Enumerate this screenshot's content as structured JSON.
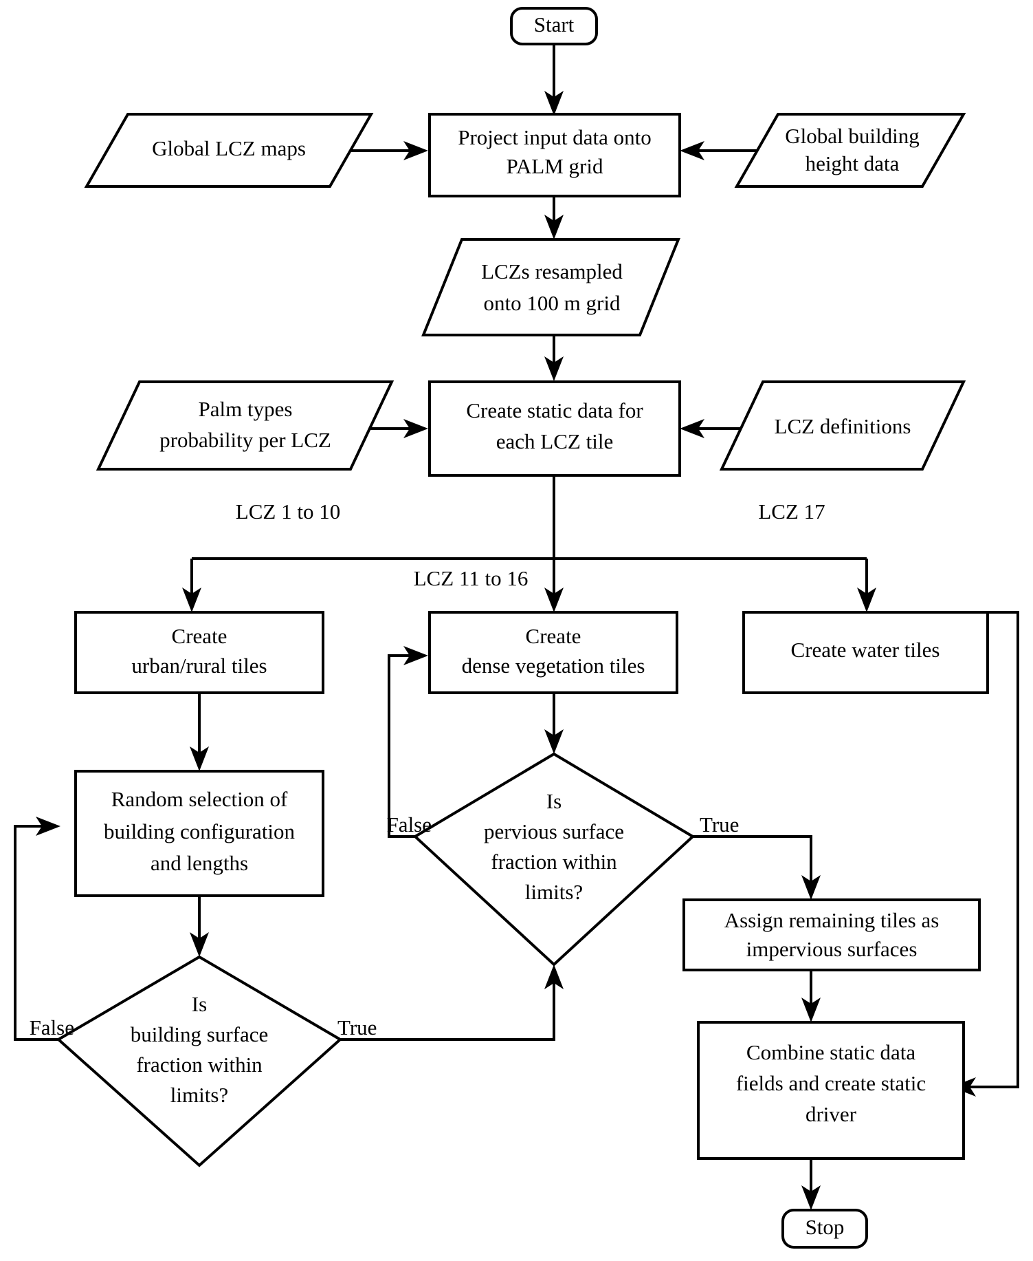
{
  "diagram": {
    "title": "PALM static driver creation workflow from LCZ data",
    "type": "flowchart",
    "background_color": "#ffffff",
    "line_color": "#000000",
    "text_color": "#000000",
    "nodes": [
      {
        "id": "start",
        "shape": "terminal",
        "label": "Start"
      },
      {
        "id": "lcz_maps",
        "shape": "parallelogram",
        "label": "Global LCZ maps"
      },
      {
        "id": "project",
        "shape": "process",
        "line1": "Project input data onto",
        "line2": "PALM grid"
      },
      {
        "id": "bldg_height",
        "shape": "parallelogram",
        "line1": "Global building",
        "line2": "height data"
      },
      {
        "id": "resampled",
        "shape": "parallelogram",
        "line1": "LCZs resampled",
        "line2": "onto 100 m grid"
      },
      {
        "id": "palm_types",
        "shape": "parallelogram",
        "line1": "Palm types",
        "line2": "probability per LCZ"
      },
      {
        "id": "create_static",
        "shape": "process",
        "line1": "Create static data for",
        "line2": "each LCZ tile"
      },
      {
        "id": "lcz_defs",
        "shape": "parallelogram",
        "label": "LCZ definitions"
      },
      {
        "id": "urban_rural",
        "shape": "process",
        "line1": "Create",
        "line2": "urban/rural tiles"
      },
      {
        "id": "dense_veg",
        "shape": "process",
        "line1": "Create",
        "line2": "dense vegetation tiles"
      },
      {
        "id": "water",
        "shape": "process",
        "label": "Create water tiles"
      },
      {
        "id": "random_sel",
        "shape": "process",
        "line1": "Random selection of",
        "line2": "building configuration",
        "line3": "and lengths"
      },
      {
        "id": "pervious_q",
        "shape": "decision",
        "line1": "Is",
        "line2": "pervious surface",
        "line3": "fraction within",
        "line4": "limits?"
      },
      {
        "id": "building_q",
        "shape": "decision",
        "line1": "Is",
        "line2": "building surface",
        "line3": "fraction within",
        "line4": "limits?"
      },
      {
        "id": "assign_imp",
        "shape": "process",
        "line1": "Assign remaining tiles as",
        "line2": "impervious surfaces"
      },
      {
        "id": "combine",
        "shape": "process",
        "line1": "Combine static data",
        "line2": "fields  and create static",
        "line3": "driver"
      },
      {
        "id": "stop",
        "shape": "terminal",
        "label": "Stop"
      }
    ],
    "edge_labels": {
      "lcz_1_to_10": "LCZ 1 to 10",
      "lcz_11_to_16": "LCZ 11 to 16",
      "lcz_17": "LCZ 17",
      "pervious_false": "False",
      "pervious_true": "True",
      "building_false": "False",
      "building_true": "True"
    }
  }
}
